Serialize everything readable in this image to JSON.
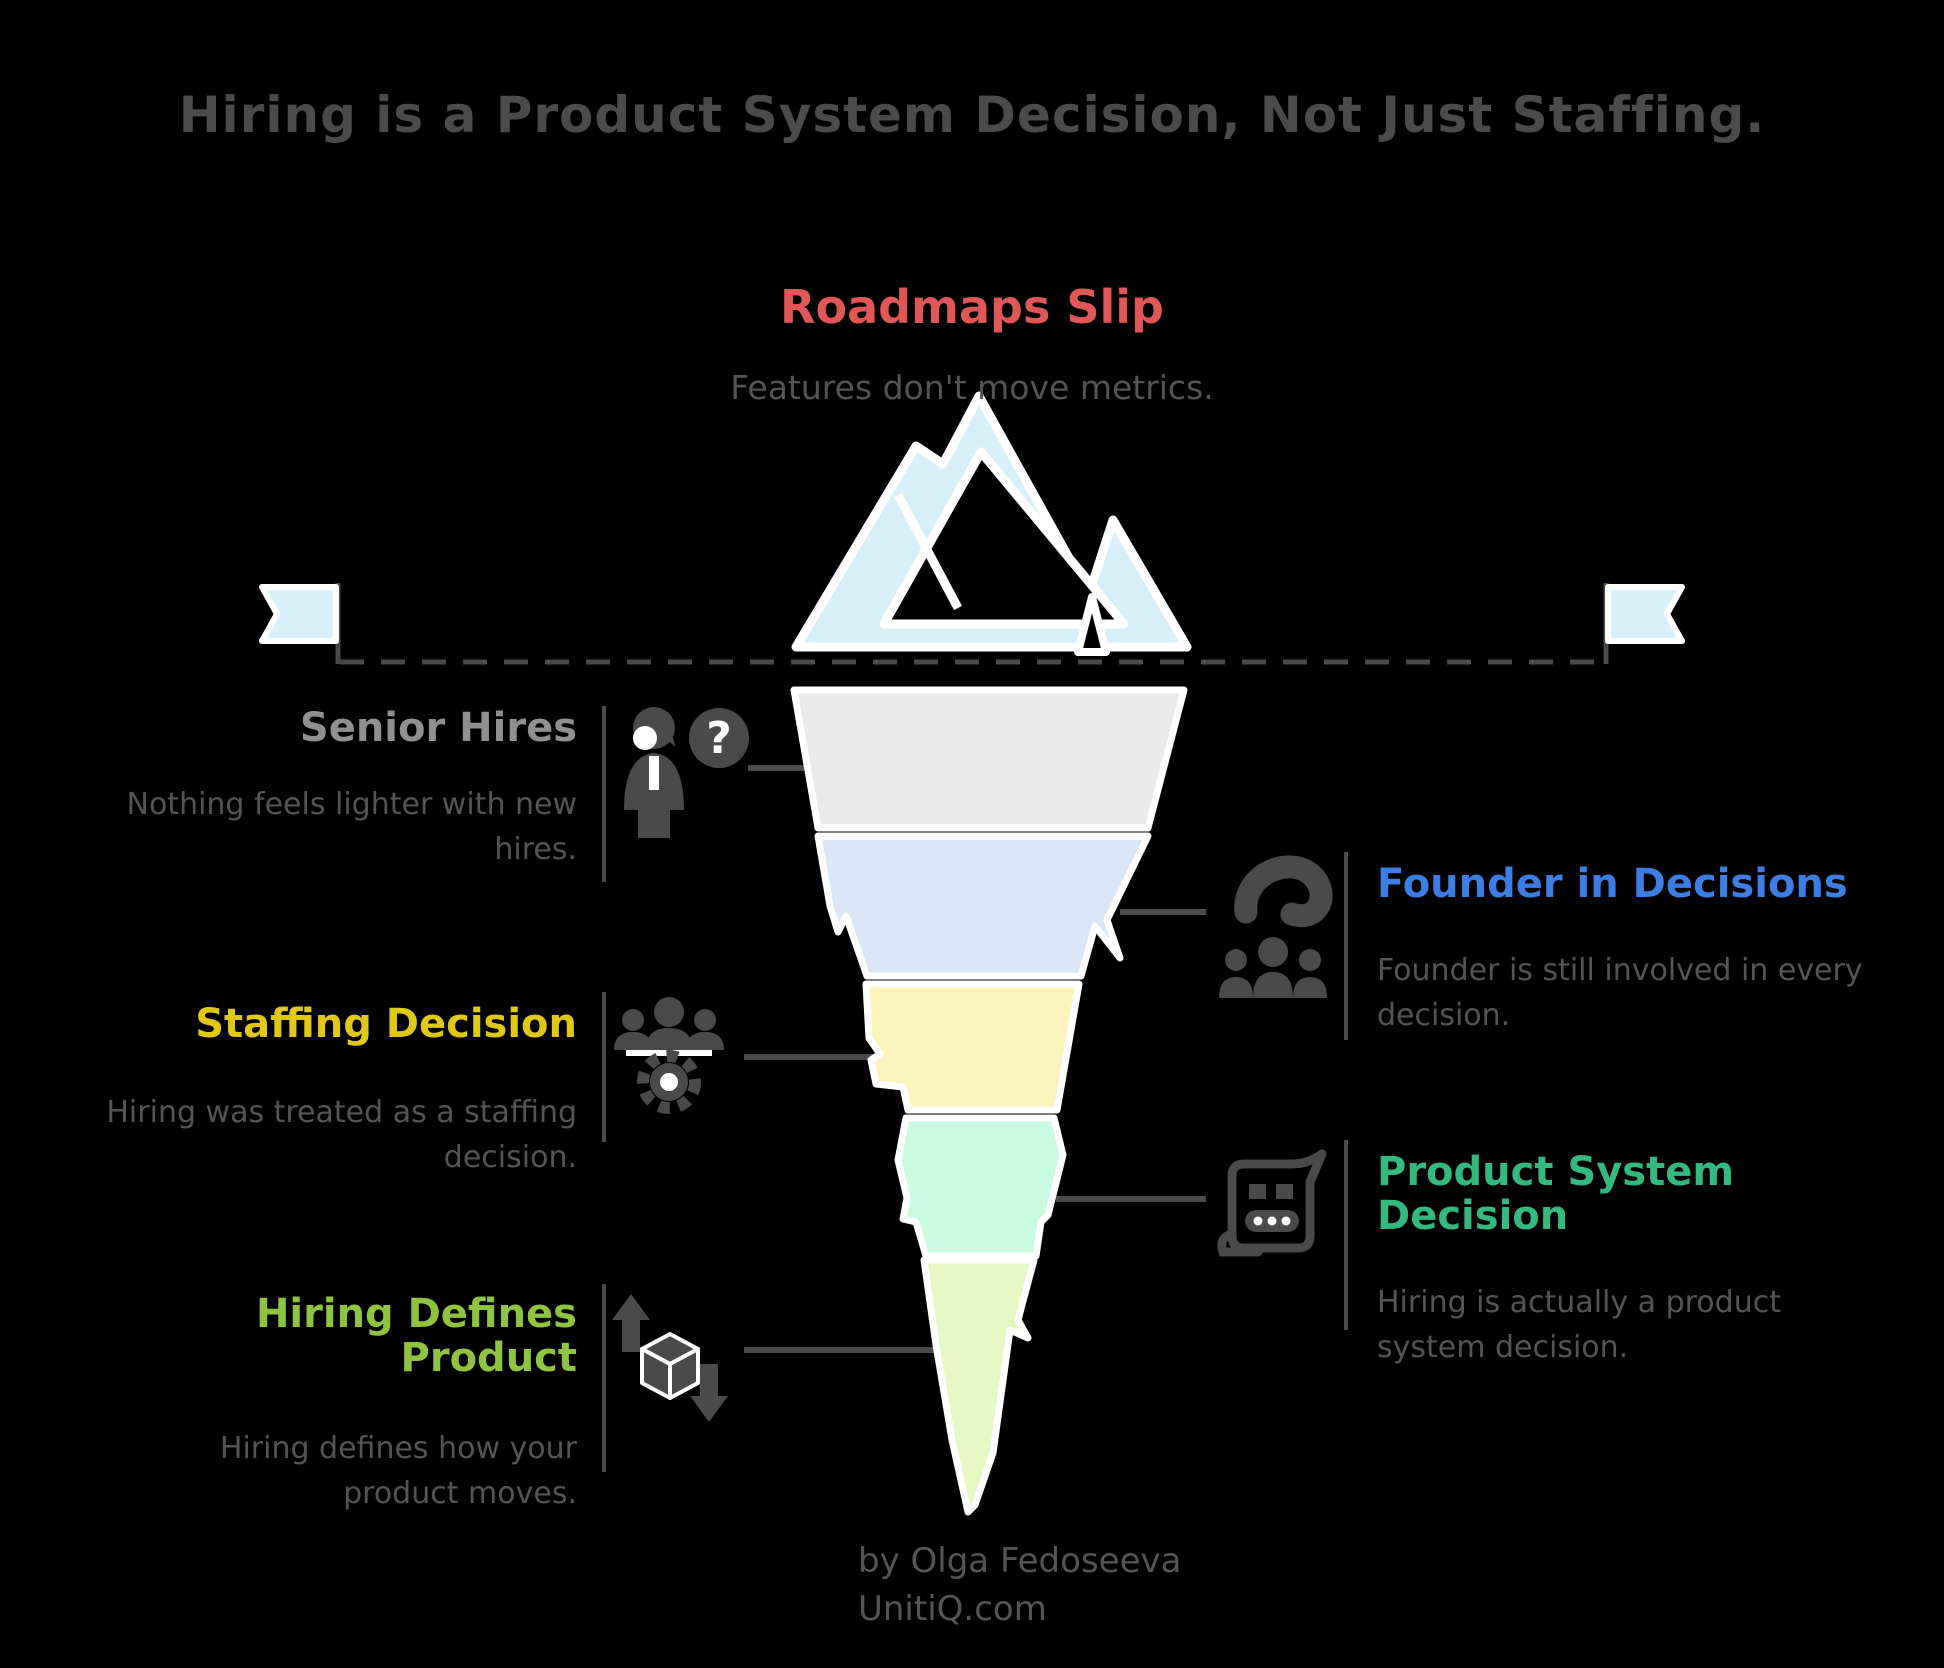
{
  "title": "Hiring is a Product System Decision, Not Just Staffing.",
  "surface_section": {
    "label": "Roadmaps Slip",
    "description": "Features don't move metrics.",
    "color": "#e15757"
  },
  "sections": [
    {
      "id": "senior-hires",
      "side": "left",
      "label": "Senior Hires",
      "color": "#909090",
      "icon": "person-question-icon",
      "description": "Nothing feels lighter with new hires.",
      "description_lines": [
        "Nothing feels lighter with new",
        "hires."
      ]
    },
    {
      "id": "founder-in-decisions",
      "side": "right",
      "label": "Founder in Decisions",
      "color": "#3d7ee4",
      "icon": "question-audience-icon",
      "description": "Founder is still involved in every decision.",
      "description_lines": [
        "Founder is still involved in every",
        "decision."
      ]
    },
    {
      "id": "staffing-decision",
      "side": "left",
      "label": "Staffing Decision",
      "color": "#e0c916",
      "icon": "team-gear-icon",
      "description": "Hiring was treated as a staffing decision.",
      "description_lines": [
        "Hiring was treated as a staffing",
        "decision."
      ]
    },
    {
      "id": "product-system-decision",
      "side": "right",
      "label": "Product System Decision",
      "color": "#34b97f",
      "icon": "process-chart-icon",
      "description": "Hiring is actually a product system decision.",
      "description_lines": [
        "Hiring is actually a product",
        "system decision."
      ]
    },
    {
      "id": "hiring-defines-product",
      "side": "left",
      "label": "Hiring Defines Product",
      "color": "#8ec43f",
      "icon": "cube-arrows-icon",
      "description": "Hiring defines how your product moves.",
      "description_lines": [
        "Hiring defines how your",
        "product moves."
      ]
    }
  ],
  "iceberg": {
    "above_water_color": "#d7eefb",
    "outline_color": "#ffffff",
    "waterline_color": "#4a4a4a",
    "layer_colors": [
      "#e9e9e9",
      "#dbe6f8",
      "#fbf3bb",
      "#c8fbe1",
      "#e6f7c3"
    ]
  },
  "icons": {
    "question_glyph": "?"
  },
  "footer": {
    "byline": "by Olga Fedoseeva",
    "site": "UnitiQ.com"
  }
}
